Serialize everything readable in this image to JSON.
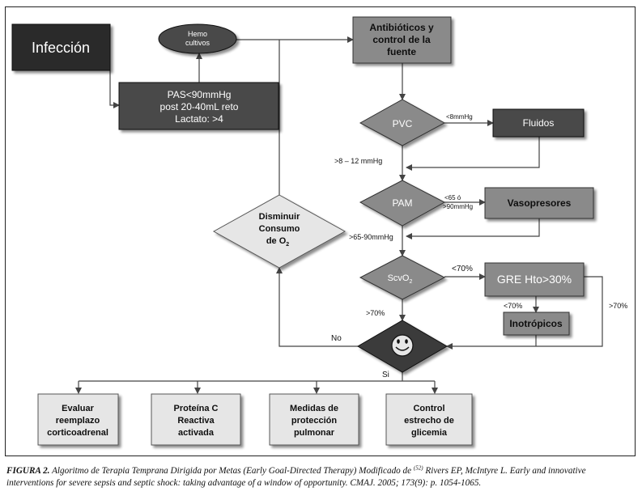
{
  "colors": {
    "dark_box": "#2b2b2b",
    "mid_box": "#4a4a4a",
    "gray_box": "#8a8a8a",
    "light_box": "#e6e6e6",
    "line": "#444444"
  },
  "nodes": {
    "infeccion": "Infección",
    "hemocultivos": [
      "Hemo",
      "cultivos"
    ],
    "pas": [
      "PAS<90mmHg",
      "post 20-40mL reto",
      "Lactato: >4"
    ],
    "antibioticos": [
      "Antibióticos y",
      "control de la",
      "fuente"
    ],
    "pvc": "PVC",
    "fluidos": "Fluidos",
    "pam": "PAM",
    "vasopresores": "Vasopresores",
    "scvo2_main": "ScvO",
    "scvo2_sub": "2",
    "gre": "GRE Hto>30%",
    "inotropicos": "Inotrópicos",
    "disminuir": [
      "Disminuir",
      "Consumo"
    ],
    "disminuir_de": "de O",
    "disminuir_sub": "2",
    "decision_icon": "smiley-face-icon",
    "evaluar": [
      "Evaluar",
      "reemplazo",
      "corticoadrenal"
    ],
    "proteina": [
      "Proteína C",
      "Reactiva",
      "activada"
    ],
    "medidas": [
      "Medidas de",
      "protección",
      "pulmonar"
    ],
    "control": [
      "Control",
      "estrecho de",
      "glicemia"
    ]
  },
  "edge_labels": {
    "pvc_low": "<8mmHg",
    "pvc_ok": ">8 – 12 mmHg",
    "pam_low_1": "<65 ó",
    "pam_low_2": ">90mmHg",
    "pam_ok": ">65-90mmHg",
    "scv_low": "<70%",
    "scv_ok": ">70%",
    "gre_low": "<70%",
    "gre_ok": ">70%",
    "no": "No",
    "si": "Si"
  },
  "caption": {
    "label": "FIGURA 2.",
    "text_1": " Algoritmo de Terapia Temprana Dirigida por Metas (Early Goal-Directed Therapy) Modificado de ",
    "ref": "(52)",
    "text_2": " Rivers EP, McIntyre L. Early and innovative interventions for severe sepsis and septic shock: taking advantage of a window of opportunity. CMAJ. 2005; 173(9): p. 1054-1065."
  }
}
